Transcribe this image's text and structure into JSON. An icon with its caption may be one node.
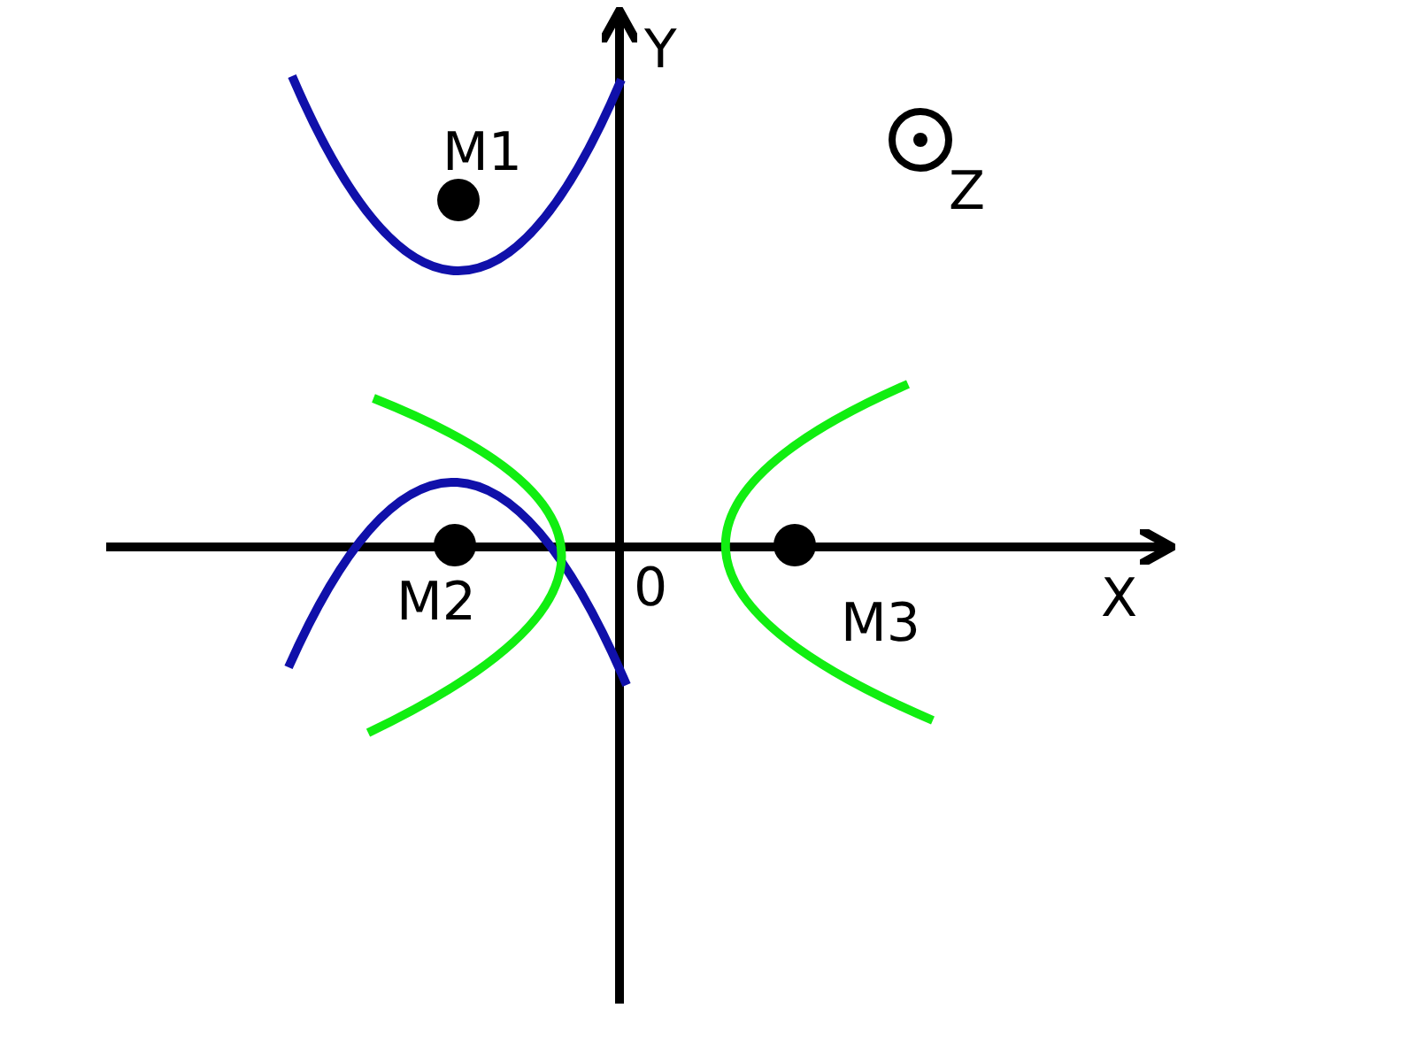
{
  "diagram": {
    "labels": [
      "Y",
      "M1",
      "Z",
      "M2",
      "0",
      "M3",
      "X"
    ]
  }
}
